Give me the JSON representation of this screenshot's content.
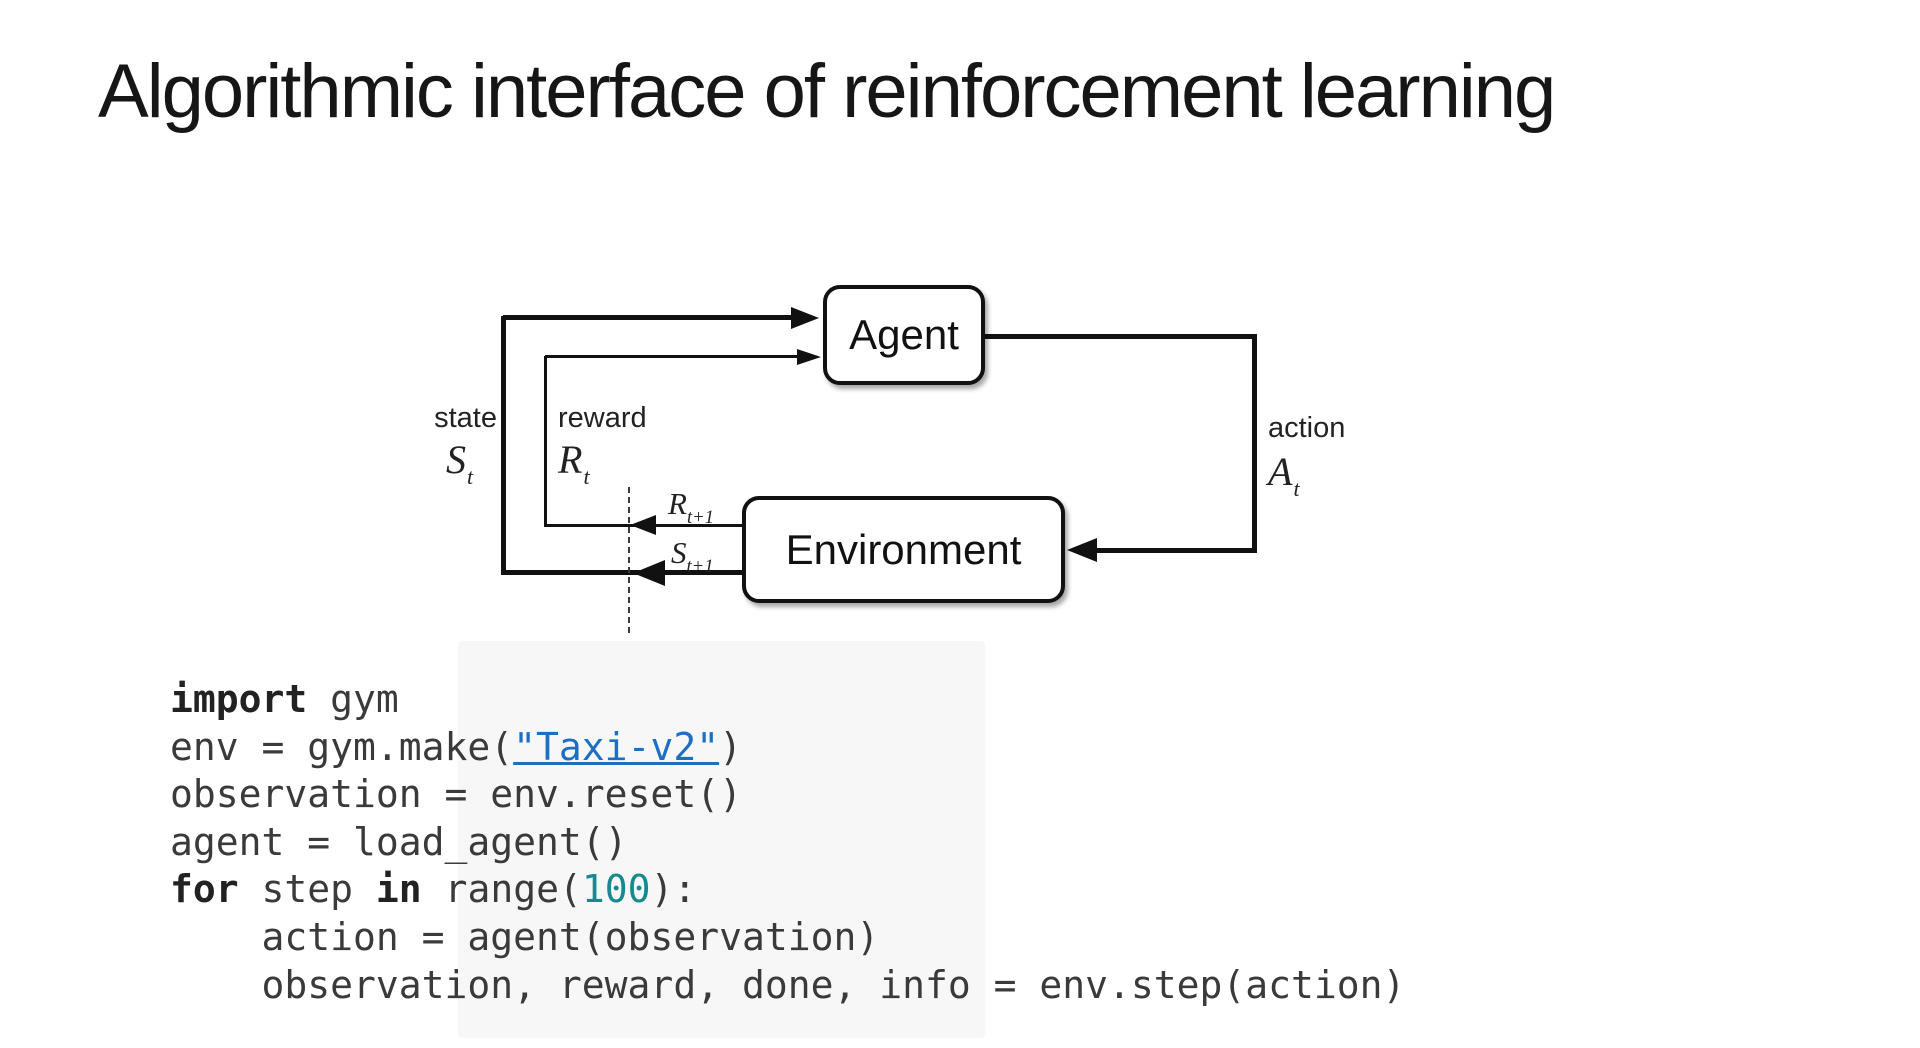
{
  "slide": {
    "title": "Algorithmic interface of reinforcement learning"
  },
  "diagram": {
    "agent_label": "Agent",
    "environment_label": "Environment",
    "state_label": "state",
    "state_symbol": "S",
    "state_sub": "t",
    "reward_label": "reward",
    "reward_symbol": "R",
    "reward_sub": "t",
    "action_label": "action",
    "action_symbol": "A",
    "action_sub": "t",
    "next_reward_symbol": "R",
    "next_reward_sub": "t+1",
    "next_state_symbol": "S",
    "next_state_sub": "t+1"
  },
  "code": {
    "l1_kw": "import",
    "l1_rest": " gym",
    "l2_pre": "env = gym.make(",
    "l2_str": "\"Taxi-v2\"",
    "l2_post": ")",
    "l3": "observation = env.reset()",
    "l4": "agent = load_agent()",
    "l5_kw1": "for",
    "l5_mid1": " step ",
    "l5_kw2": "in",
    "l5_mid2": " range(",
    "l5_num": "100",
    "l5_post": "):",
    "l6": "    action = agent(observation)",
    "l7": "    observation, reward, done, info = env.step(action)"
  },
  "colors": {
    "diagram_ink": "#111111",
    "code_text": "#3a3a3a",
    "string_link_blue": "#1c6fc4",
    "number_teal": "#17898f"
  }
}
